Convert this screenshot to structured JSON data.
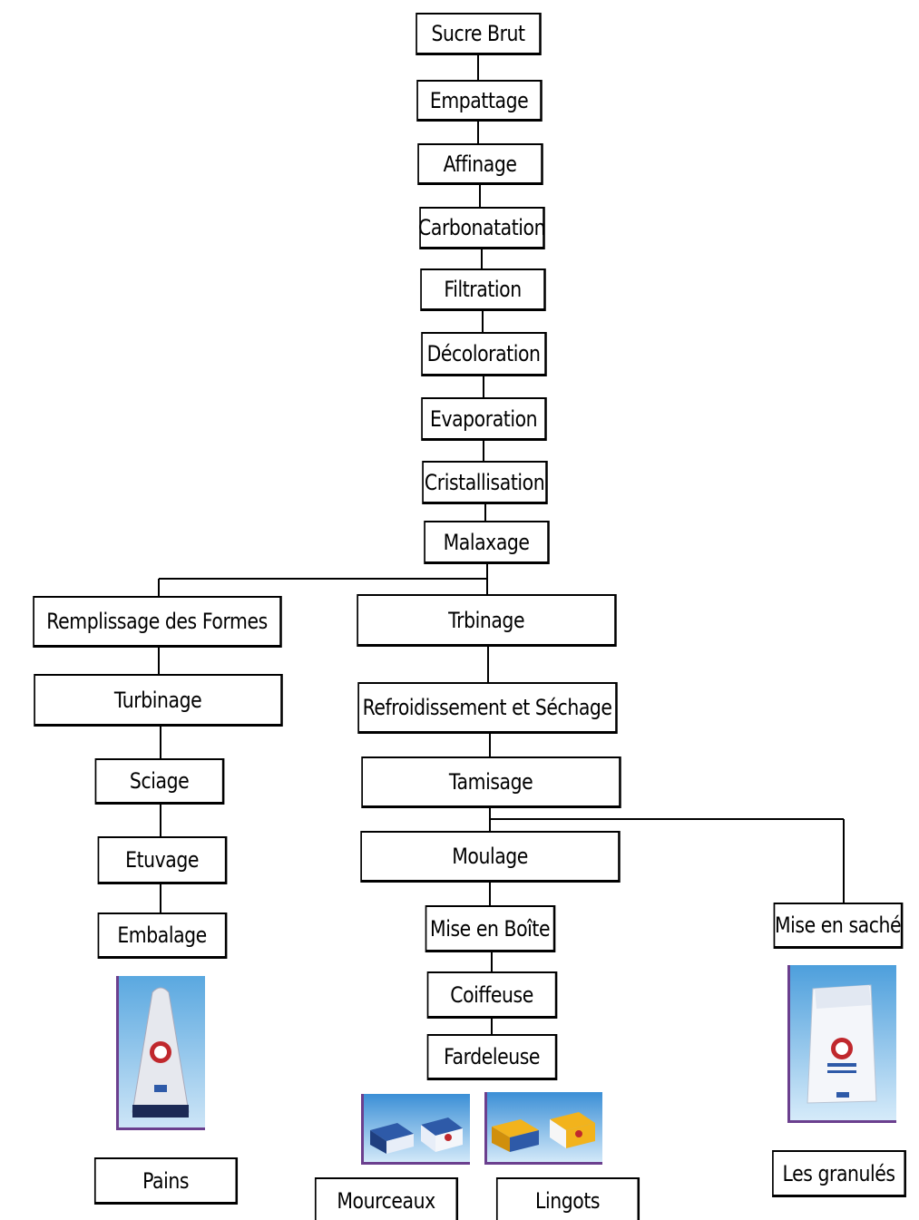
{
  "steps": {
    "sucre_brut": "Sucre Brut",
    "empattage": "Empattage",
    "affinage": "Affinage",
    "carbonatation": "Carbonatation",
    "filtration": "Filtration",
    "decoloration": "Décoloration",
    "evaporation": "Evaporation",
    "cristallisation": "Cristallisation",
    "malaxage": "Malaxage",
    "remplissage": "Remplissage des Formes",
    "turbinage": "Turbinage",
    "sciage": "Sciage",
    "etuvage": "Etuvage",
    "embalage": "Embalage",
    "pains": "Pains",
    "trbinage": "Trbinage",
    "refroidissement": "Refroidissement et Séchage",
    "tamisage": "Tamisage",
    "moulage": "Moulage",
    "mise_en_boite": "Mise en Boîte",
    "coiffeuse": "Coiffeuse",
    "fardeleuse": "Fardeleuse",
    "mourceaux": "Mourceaux",
    "lingots": "Lingots",
    "mise_en_sache": "Mise en saché",
    "granules": "Les granulés"
  },
  "images": {
    "pains": "sugar-loaf-photo",
    "mourceaux": "sugar-cube-boxes-photo",
    "lingots": "sugar-lingot-boxes-photo",
    "granules": "granulated-sugar-bag-photo"
  },
  "colors": {
    "line": "#000000",
    "frame_purple": "#6b3f8e",
    "box_blue": "#2e5aa8",
    "box_yellow": "#f2b31c"
  }
}
